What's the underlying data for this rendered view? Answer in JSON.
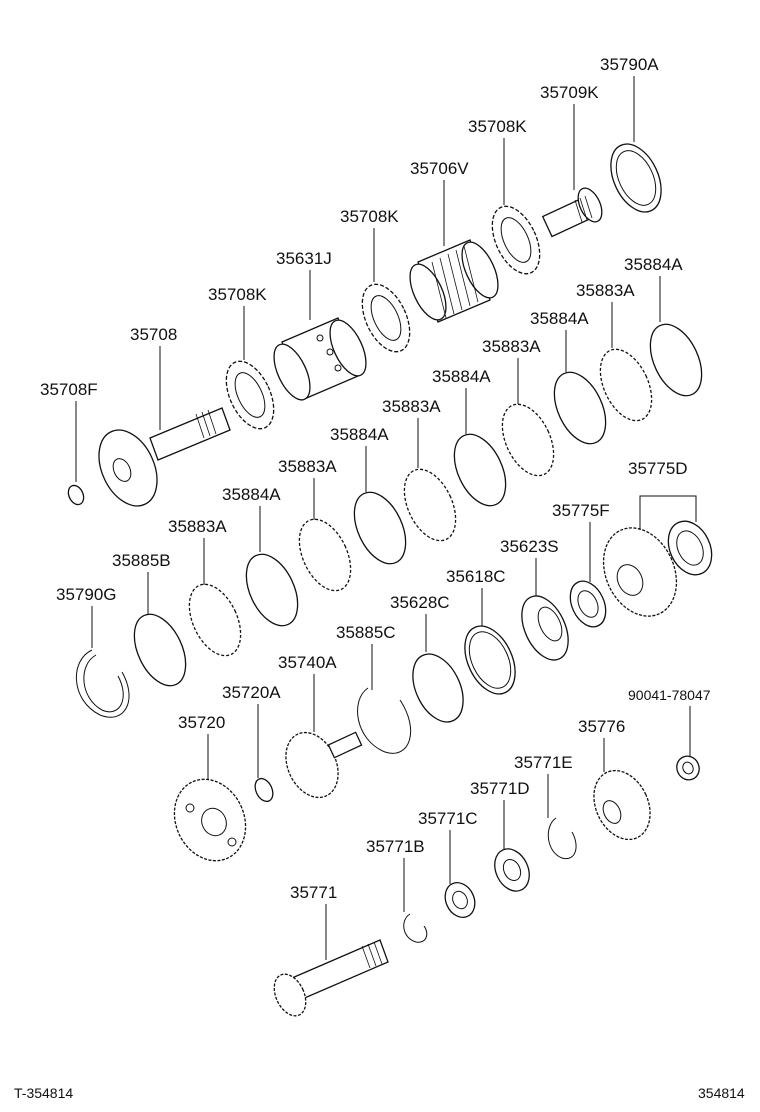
{
  "footer": {
    "left_id": "T-354814",
    "right_id": "354814"
  },
  "callouts": [
    {
      "id": "c01",
      "text": "35790A"
    },
    {
      "id": "c02",
      "text": "35709K"
    },
    {
      "id": "c03",
      "text": "35708K"
    },
    {
      "id": "c04",
      "text": "35706V"
    },
    {
      "id": "c05",
      "text": "35708K"
    },
    {
      "id": "c06",
      "text": "35631J"
    },
    {
      "id": "c07",
      "text": "35708K"
    },
    {
      "id": "c08",
      "text": "35708"
    },
    {
      "id": "c09",
      "text": "35708F"
    },
    {
      "id": "c10",
      "text": "35884A"
    },
    {
      "id": "c11",
      "text": "35883A"
    },
    {
      "id": "c12",
      "text": "35884A"
    },
    {
      "id": "c13",
      "text": "35883A"
    },
    {
      "id": "c14",
      "text": "35884A"
    },
    {
      "id": "c15",
      "text": "35883A"
    },
    {
      "id": "c16",
      "text": "35884A"
    },
    {
      "id": "c17",
      "text": "35883A"
    },
    {
      "id": "c18",
      "text": "35884A"
    },
    {
      "id": "c19",
      "text": "35883A"
    },
    {
      "id": "c20",
      "text": "35885B"
    },
    {
      "id": "c21",
      "text": "35790G"
    },
    {
      "id": "c22",
      "text": "35775D"
    },
    {
      "id": "c23",
      "text": "35775F"
    },
    {
      "id": "c24",
      "text": "35623S"
    },
    {
      "id": "c25",
      "text": "35618C"
    },
    {
      "id": "c26",
      "text": "35628C"
    },
    {
      "id": "c27",
      "text": "35885C"
    },
    {
      "id": "c28",
      "text": "35740A"
    },
    {
      "id": "c29",
      "text": "35720A"
    },
    {
      "id": "c30",
      "text": "35720"
    },
    {
      "id": "c31",
      "text": "90041-78047"
    },
    {
      "id": "c32",
      "text": "35776"
    },
    {
      "id": "c33",
      "text": "35771E"
    },
    {
      "id": "c34",
      "text": "35771D"
    },
    {
      "id": "c35",
      "text": "35771C"
    },
    {
      "id": "c36",
      "text": "35771B"
    },
    {
      "id": "c37",
      "text": "35771"
    }
  ]
}
